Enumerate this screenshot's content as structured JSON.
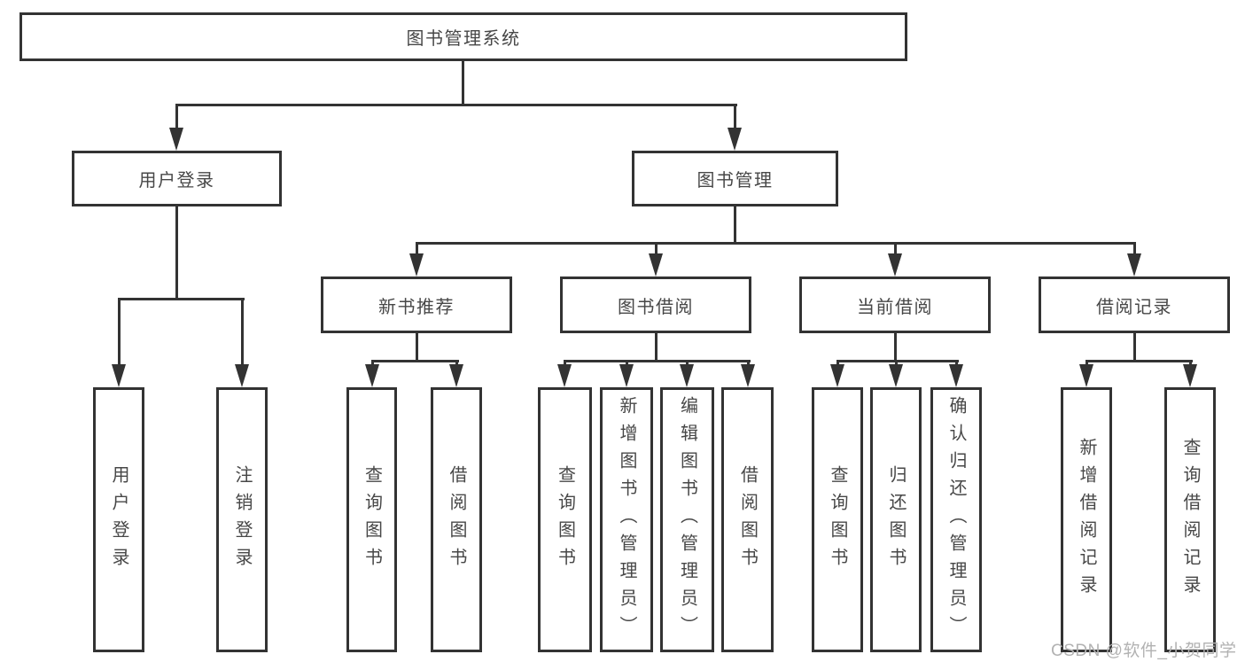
{
  "diagram": {
    "root": "图书管理系统",
    "level2": {
      "login": "用户登录",
      "manage": "图书管理"
    },
    "level3": {
      "recommend": "新书推荐",
      "borrow": "图书借阅",
      "current": "当前借阅",
      "records": "借阅记录"
    },
    "leaves": {
      "login": [
        "用户登录",
        "注销登录"
      ],
      "recommend": [
        "查询图书",
        "借阅图书"
      ],
      "borrow": [
        "查询图书",
        "新增图书（管理员）",
        "编辑图书（管理员）",
        "借阅图书"
      ],
      "current": [
        "查询图书",
        "归还图书",
        "确认归还（管理员）"
      ],
      "records": [
        "新增借阅记录",
        "查询借阅记录"
      ]
    }
  },
  "watermark": "CSDN @软件_小贺同学",
  "colors": {
    "line": "#333333",
    "text": "#474747",
    "watermark": "#b2b2b2",
    "background": "#ffffff"
  }
}
